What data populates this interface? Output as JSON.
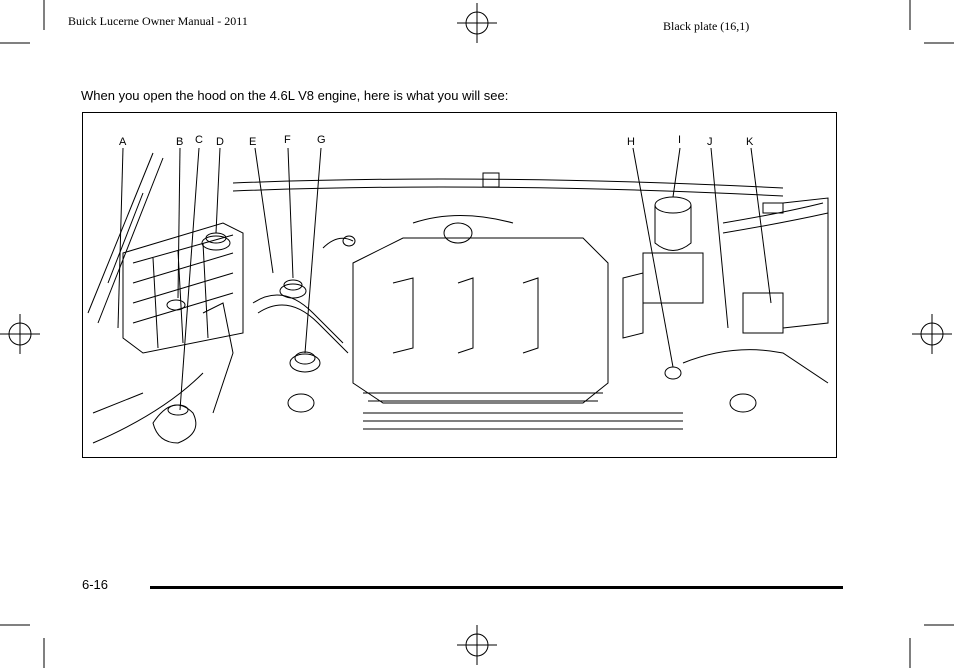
{
  "header": {
    "manual_title": "Buick Lucerne Owner Manual - 2011",
    "plate": "Black plate (16,1)"
  },
  "intro_text": "When you open the hood on the 4.6L V8 engine, here is what you will see:",
  "figure": {
    "callouts": [
      "A",
      "B",
      "C",
      "D",
      "E",
      "F",
      "G",
      "H",
      "I",
      "J",
      "K"
    ]
  },
  "footer": {
    "page_number": "6-16"
  }
}
